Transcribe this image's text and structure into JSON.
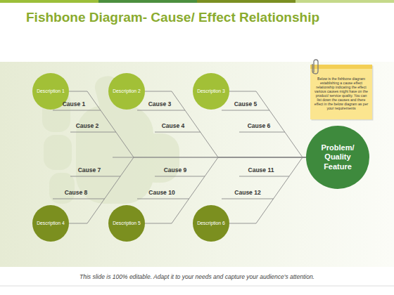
{
  "diagram": {
    "title": "Fishbone Diagram- Cause/ Effect Relationship",
    "caption": "This slide is 100% editable. Adapt it to your needs and capture your audience's attention.",
    "nodes": [
      {
        "text": [
          "Description 1"
        ]
      },
      {
        "text": [
          "Description 2"
        ]
      },
      {
        "text": [
          "Description 3"
        ]
      },
      {
        "text": [
          "Below is the fishbone diagram establishing a cause effect relationship indicating the effect various causes might have on the product/ service quality. You can list down the causes and there effect in the below diagram as per your requirements"
        ]
      },
      {
        "text": [
          "Problem/ Quality Feature"
        ]
      },
      {
        "text": [
          "Description 4"
        ]
      },
      {
        "text": [
          "Description 5"
        ]
      },
      {
        "text": [
          "Description 6"
        ]
      }
    ],
    "edges": [
      {
        "from": 0,
        "to": 4,
        "arrow": "none"
      },
      {
        "from": 1,
        "to": 4,
        "arrow": "none"
      },
      {
        "from": 2,
        "to": 4,
        "arrow": "none"
      },
      {
        "from": 5,
        "to": 4,
        "arrow": "none"
      },
      {
        "from": 6,
        "to": 4,
        "arrow": "none"
      },
      {
        "from": 7,
        "to": 4,
        "arrow": "none"
      }
    ],
    "labels": [
      "Cause 1",
      "Cause 2",
      "Cause 3",
      "Cause 4",
      "Cause 5",
      "Cause 6",
      "Cause 7",
      "Cause 8",
      "Cause 9",
      "Cause 10",
      "Cause 11",
      "Cause 12"
    ]
  }
}
